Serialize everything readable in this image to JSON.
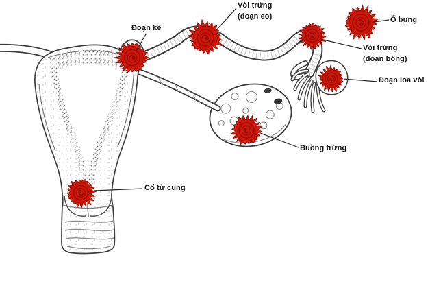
{
  "figure": {
    "type": "anatomy-diagram",
    "language": "vi",
    "labels": [
      {
        "id": "doan-ke",
        "text": "Đoạn kẽ"
      },
      {
        "id": "voi-trung-doan-eo",
        "text": "Vòi trứng\n(đoạn eo)"
      },
      {
        "id": "o-bung",
        "text": "Ổ bụng"
      },
      {
        "id": "voi-trung-doan-bong",
        "text": "Vòi trứng\n(đoạn bóng)"
      },
      {
        "id": "doan-loa-voi",
        "text": "Đoạn loa vòi"
      },
      {
        "id": "buong-trung",
        "text": "Buồng trứng"
      },
      {
        "id": "co-tu-cung",
        "text": "Cổ tử cung"
      }
    ],
    "colors": {
      "mass_red": "#e02312",
      "mass_red_dark": "#cf1509",
      "mass_outline": "#8e0f06",
      "line": "#3b3b3b",
      "leader": "#262626",
      "text": "#151515",
      "background": "#ffffff"
    }
  }
}
